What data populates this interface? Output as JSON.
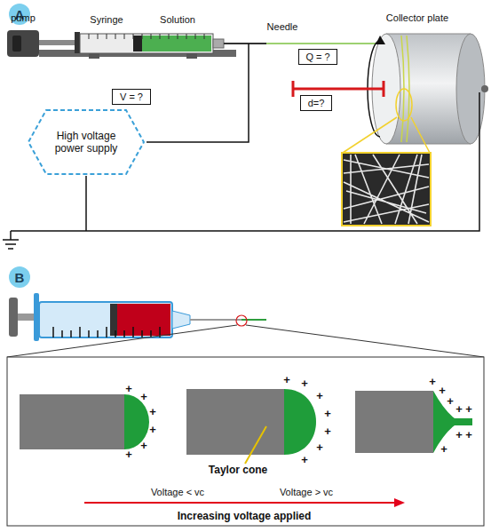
{
  "diagram": {
    "nodes": [
      {
        "text": [
          "A"
        ]
      },
      {
        "text": [
          "Q = ?"
        ]
      },
      {
        "text": [
          "d=?"
        ]
      },
      {
        "text": [
          "V = ?"
        ]
      },
      {
        "text": [
          "High voltage power supply"
        ]
      },
      {
        "text": [
          "B"
        ]
      }
    ],
    "labels": [
      "pump",
      "Syringe",
      "Solution",
      "Needle",
      "Collector plate",
      "Taylor cone",
      "Voltage < vc",
      "Voltage > vc",
      "Increasing voltage applied",
      "+",
      "+",
      "+",
      "+",
      "+",
      "+",
      "+",
      "+",
      "+",
      "+",
      "+",
      "+",
      "+",
      "+",
      "+",
      "+",
      "+",
      "+",
      "+",
      "+",
      "+"
    ]
  }
}
